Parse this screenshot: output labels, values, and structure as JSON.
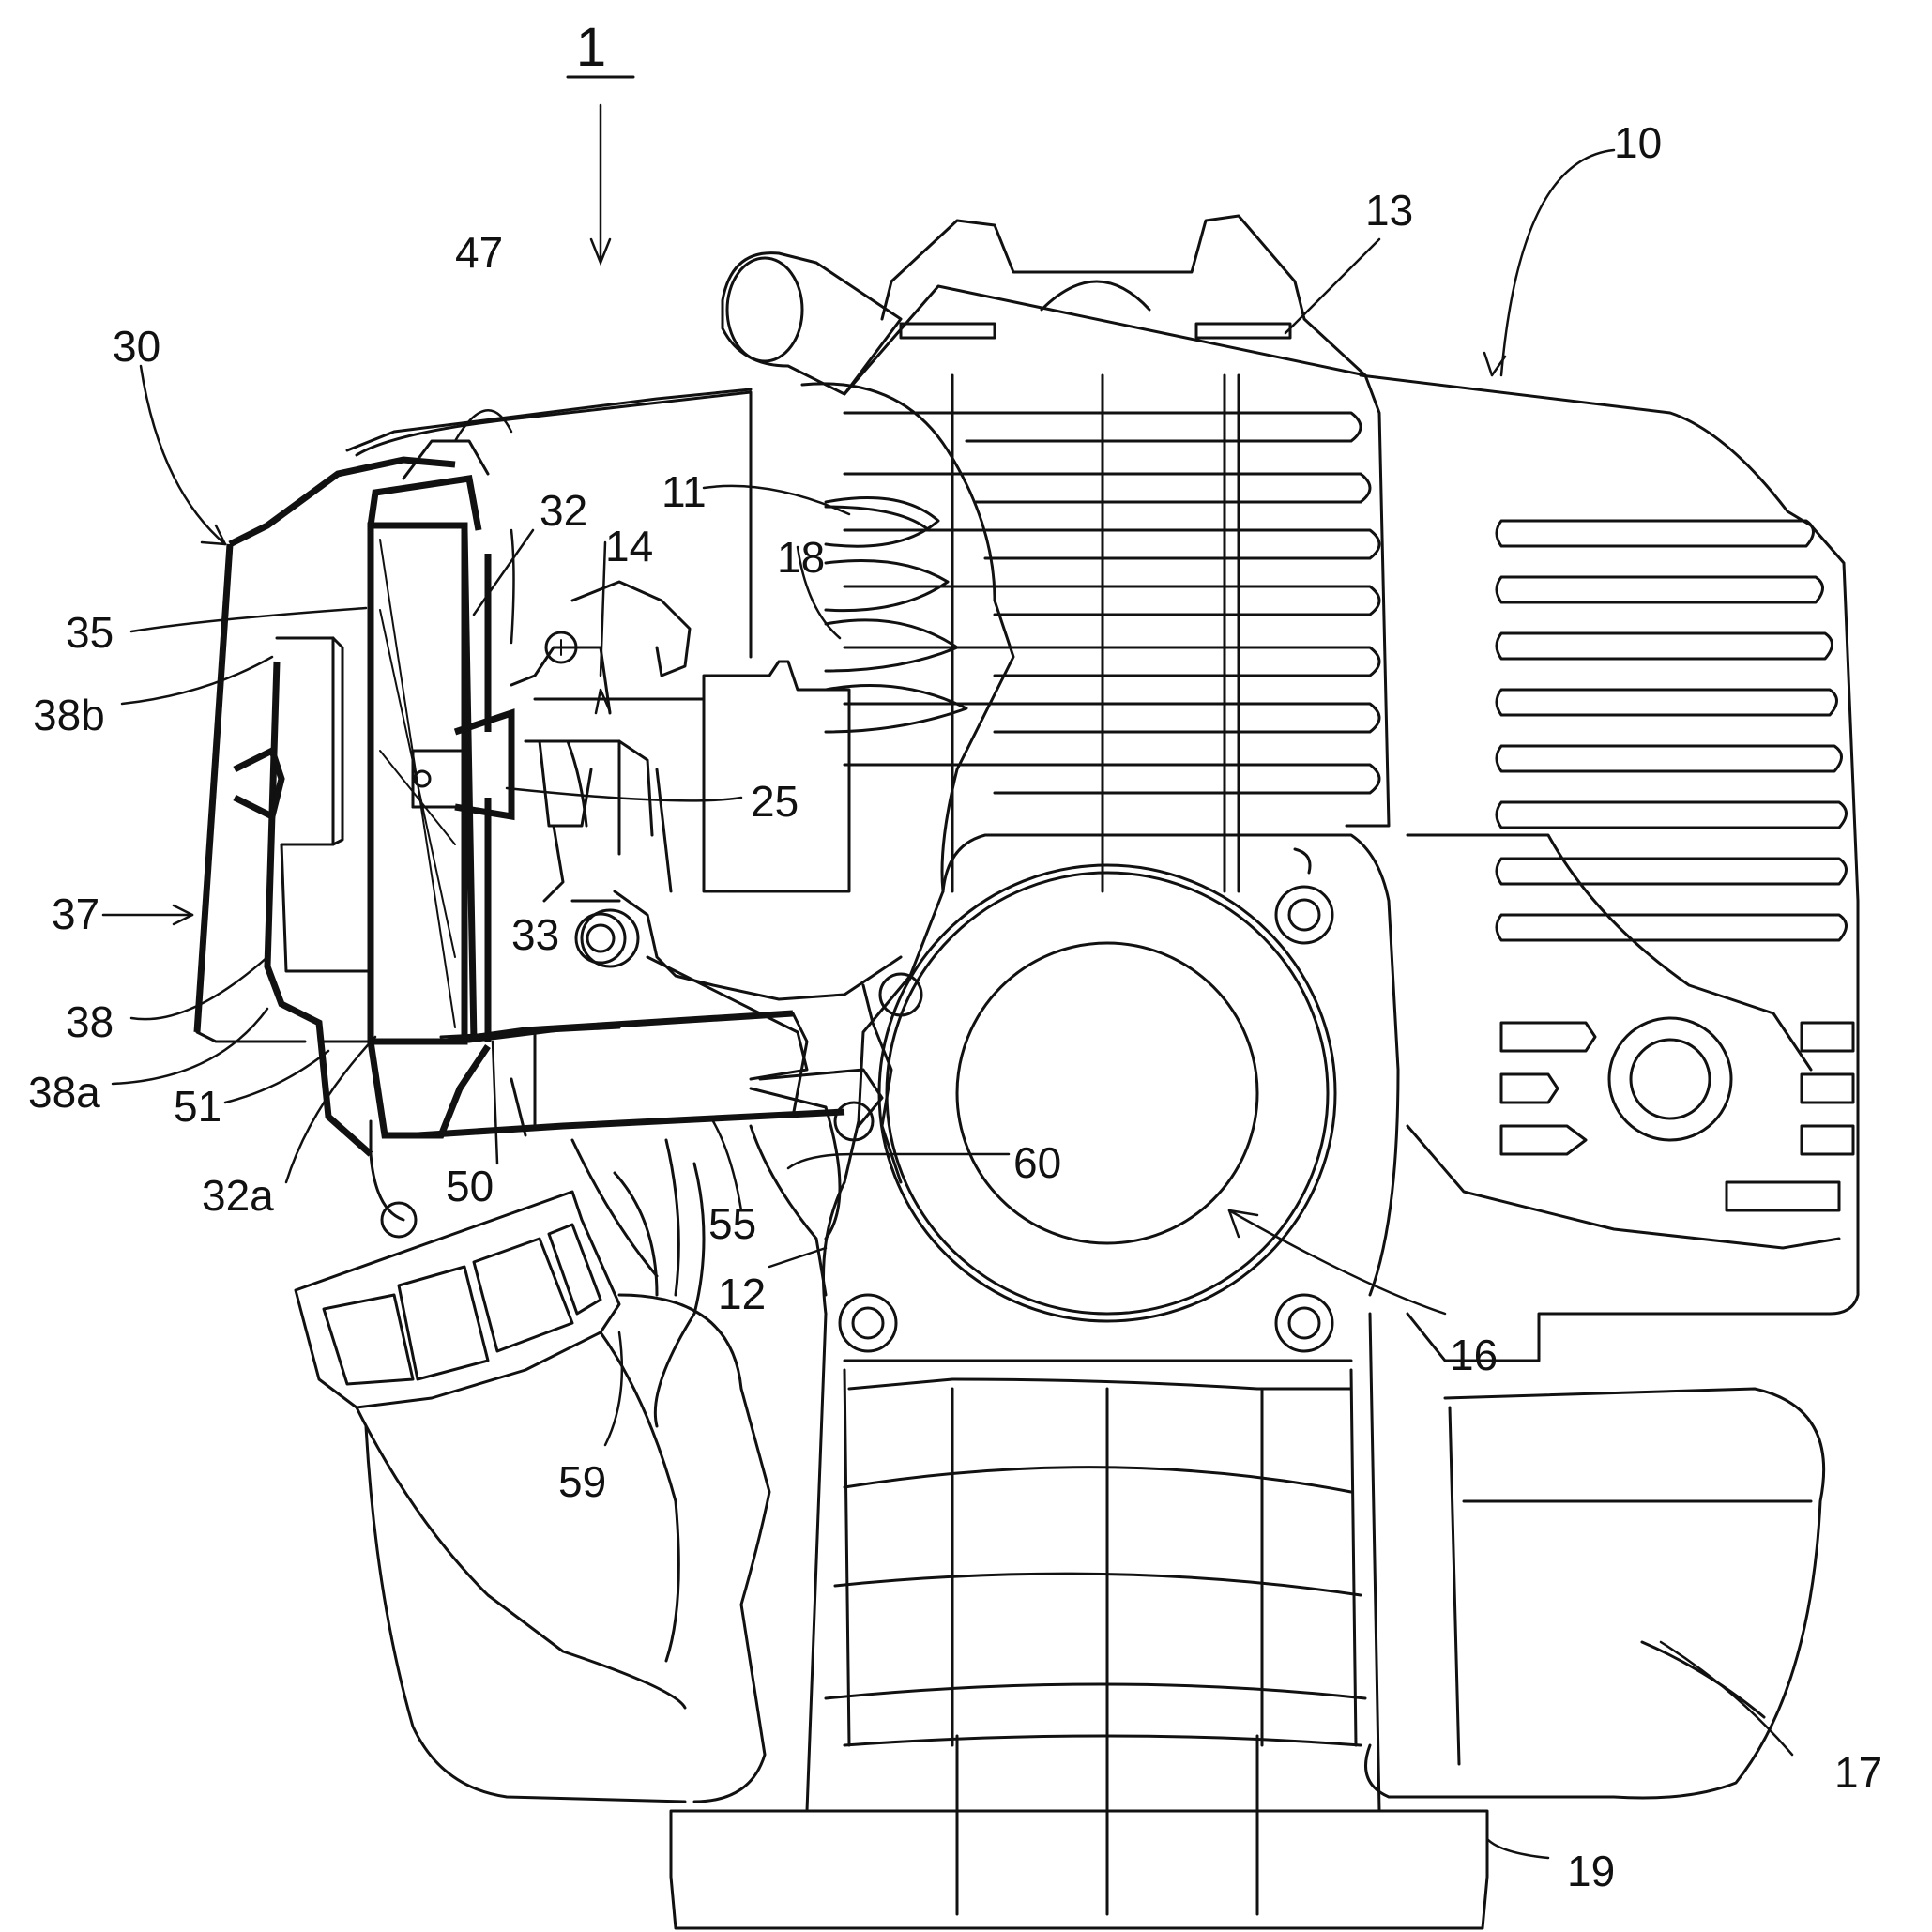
{
  "figure": {
    "number": "1"
  },
  "labels": {
    "l10": "10",
    "l11": "11",
    "l12": "12",
    "l13": "13",
    "l14": "14",
    "l16": "16",
    "l17": "17",
    "l18": "18",
    "l19": "19",
    "l25": "25",
    "l30": "30",
    "l32": "32",
    "l32a": "32a",
    "l33": "33",
    "l35": "35",
    "l37": "37",
    "l38": "38",
    "l38a": "38a",
    "l38b": "38b",
    "l47": "47",
    "l50": "50",
    "l51": "51",
    "l55": "55",
    "l59": "59",
    "l60": "60"
  }
}
